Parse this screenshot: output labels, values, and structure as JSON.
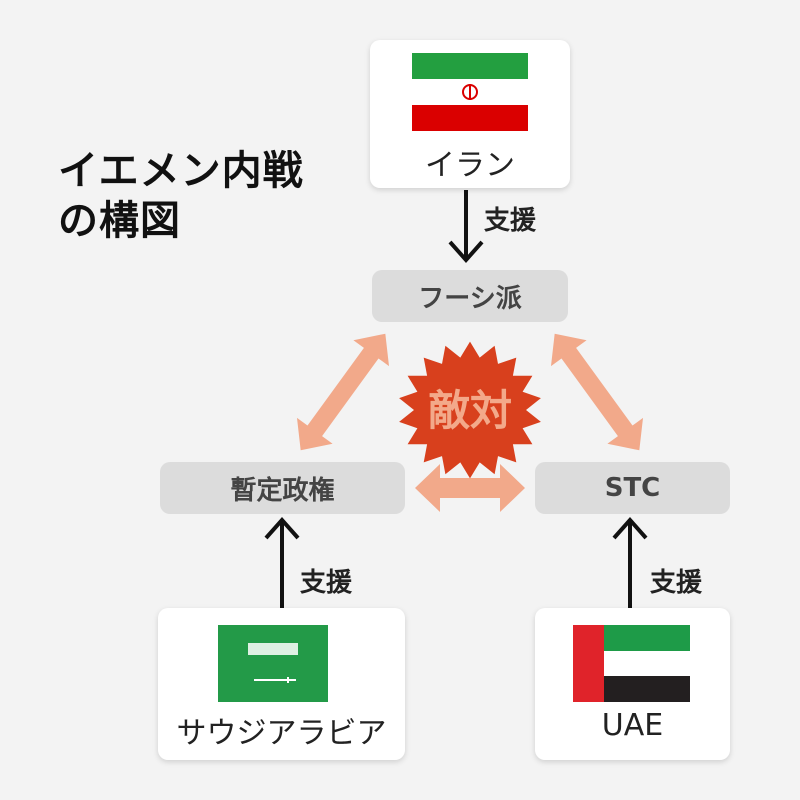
{
  "title": {
    "line1": "イエメン内戦",
    "line2": "の構図"
  },
  "actors": {
    "houthi": "フーシ派",
    "government": "暫定政権",
    "stc": "STC"
  },
  "hostility_label": "敵対",
  "supporters": {
    "iran": {
      "label": "イラン",
      "support": "支援"
    },
    "saudi": {
      "label": "サウジアラビア",
      "support": "支援"
    },
    "uae": {
      "label": "UAE",
      "support": "支援"
    }
  },
  "colors": {
    "hostility_arrow": "#f2a98a",
    "burst": "#d8401d",
    "box": "#dcdcdc"
  }
}
